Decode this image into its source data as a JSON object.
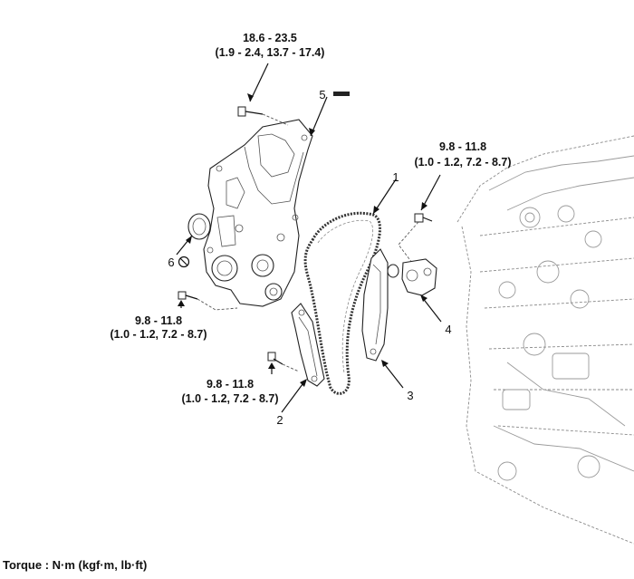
{
  "torque_specs": {
    "cover_bolt": {
      "line1": "18.6 - 23.5",
      "line2": "(1.9 - 2.4, 13.7 - 17.4)"
    },
    "tensioner_bolt": {
      "line1": "9.8 - 11.8",
      "line2": "(1.0 - 1.2, 7.2 - 8.7)"
    },
    "cover_lower_bolt": {
      "line1": "9.8 - 11.8",
      "line2": "(1.0 - 1.2, 7.2 - 8.7)"
    },
    "guide_bolt": {
      "line1": "9.8 - 11.8",
      "line2": "(1.0 - 1.2, 7.2 - 8.7)"
    }
  },
  "callouts": {
    "c1": "1",
    "c2": "2",
    "c3": "3",
    "c4": "4",
    "c5": "5",
    "c6": "6"
  },
  "footer": {
    "torque_units": "Torque : N·m (kgf·m, lb·ft)"
  }
}
